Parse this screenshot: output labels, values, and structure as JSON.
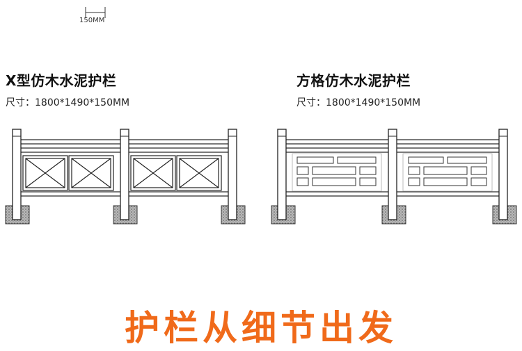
{
  "dimension_label": "150MM",
  "panels": [
    {
      "title": "X型仿木水泥护栏",
      "size": "尺寸：1800*1490*150MM"
    },
    {
      "title": "方格仿木水泥护栏",
      "size": "尺寸：1800*1490*150MM"
    }
  ],
  "bottom_heading": "护栏从细节出发",
  "colors": {
    "heading": "#f06a1a",
    "line": "#222222",
    "base": "#9a9a9a"
  }
}
